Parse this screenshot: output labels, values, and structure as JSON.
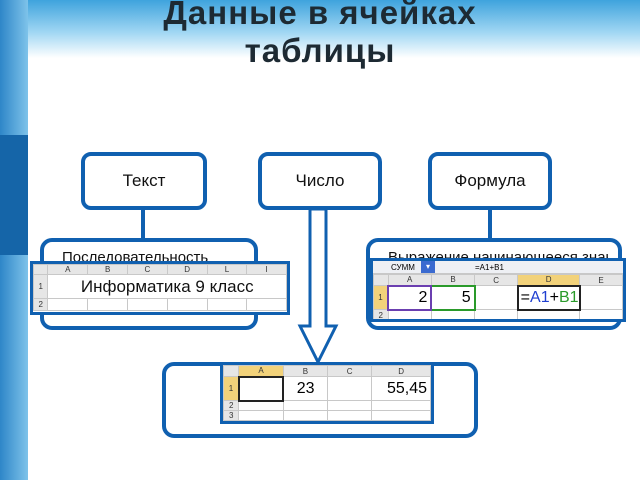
{
  "title_line1": "Данные в ячейках",
  "title_line2": "таблицы",
  "categories": {
    "text": "Текст",
    "number": "Число",
    "formula": "Формула"
  },
  "text_panel": {
    "caption": "Последовательность",
    "columns": [
      "A",
      "B",
      "C",
      "D",
      "L",
      "I"
    ],
    "rows": [
      "1",
      "2"
    ],
    "cell_text": "Информатика 9 класс"
  },
  "number_panel": {
    "columns": [
      "A",
      "B",
      "C",
      "D"
    ],
    "rows": [
      "1",
      "2",
      "3"
    ],
    "values": [
      "",
      "23",
      "",
      "55,45"
    ]
  },
  "formula_panel": {
    "caption": "Выражение начинающееся знаком",
    "name_box": "СУММ",
    "formula_bar": "=A1+B1",
    "columns": [
      "A",
      "B",
      "C",
      "D",
      "E"
    ],
    "rows": [
      "1",
      "2"
    ],
    "values": [
      "2",
      "5",
      "",
      ""
    ],
    "formula_parts": [
      "=",
      "A1",
      "+",
      "B1"
    ],
    "colors": {
      "ref_a1": "#1f3fd0",
      "ref_b1": "#2a9a2a"
    }
  },
  "colors": {
    "border": "#1060b0"
  }
}
